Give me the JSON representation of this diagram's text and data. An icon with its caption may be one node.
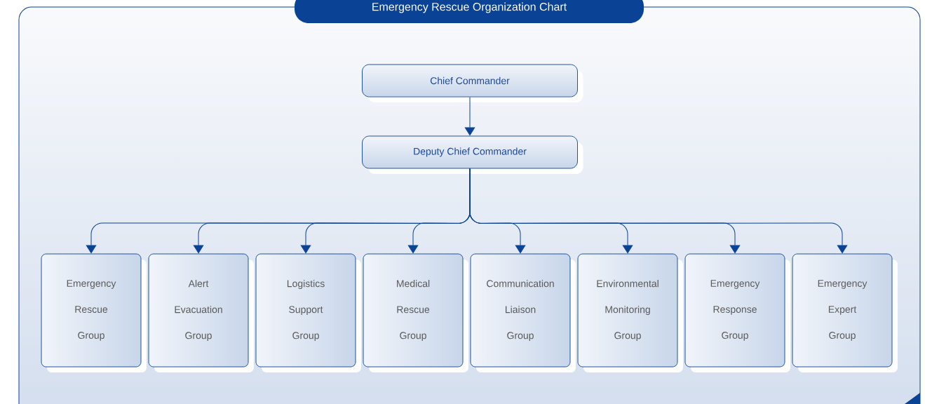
{
  "diagram": {
    "title": "Emergency Rescue Organization Chart",
    "nodes": [
      {
        "text": [
          "Chief Commander"
        ]
      },
      {
        "text": [
          "Deputy Chief Commander"
        ]
      },
      {
        "text": [
          "Emergency Rescue Group"
        ]
      },
      {
        "text": [
          "Alert Evacuation Group"
        ]
      },
      {
        "text": [
          "Logistics Support Group"
        ]
      },
      {
        "text": [
          "Medical Rescue Group"
        ]
      },
      {
        "text": [
          "Communication Liaison Group"
        ]
      },
      {
        "text": [
          "Environmental Monitoring Group"
        ]
      },
      {
        "text": [
          "Emergency Response Group"
        ]
      },
      {
        "text": [
          "Emergency Expert Group"
        ]
      }
    ],
    "edges": [
      {
        "from": 0,
        "to": 1,
        "arrow": "to"
      },
      {
        "from": 1,
        "to": 2,
        "arrow": "to"
      },
      {
        "from": 1,
        "to": 3,
        "arrow": "to"
      },
      {
        "from": 1,
        "to": 4,
        "arrow": "to"
      },
      {
        "from": 1,
        "to": 5,
        "arrow": "to"
      },
      {
        "from": 1,
        "to": 6,
        "arrow": "to"
      },
      {
        "from": 1,
        "to": 7,
        "arrow": "to"
      },
      {
        "from": 1,
        "to": 8,
        "arrow": "to"
      },
      {
        "from": 1,
        "to": 9,
        "arrow": "to"
      }
    ]
  }
}
